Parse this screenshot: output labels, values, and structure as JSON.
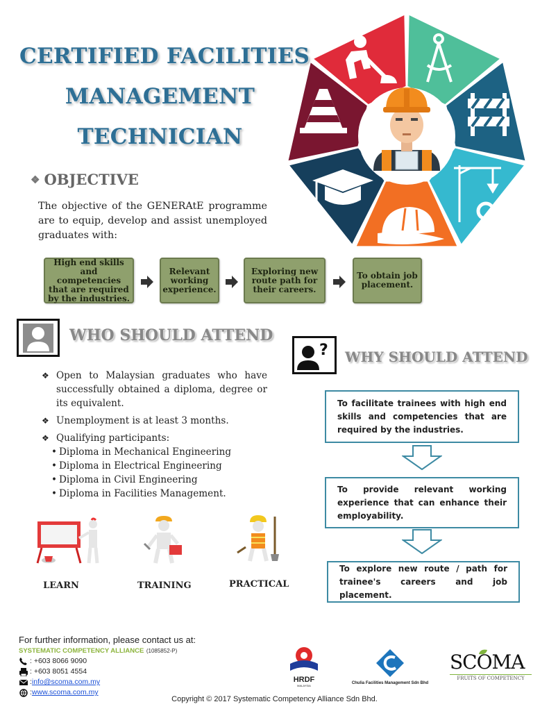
{
  "title": {
    "line1": "CERTIFIED FACILITIES",
    "line2": "MANAGEMENT",
    "line3": "TECHNICIAN"
  },
  "objective": {
    "heading": "OBJECTIVE",
    "bullet": "❖",
    "text": "The objective of the GENERAtE programme are to equip, develop and assist unemployed graduates with:"
  },
  "flow": [
    "High end skills and competencies that are required by the industries.",
    "Relevant working experience.",
    "Exploring new route path for their careers.",
    "To obtain job placement."
  ],
  "who": {
    "heading": "WHO SHOULD ATTEND",
    "items": [
      "Open to Malaysian graduates who have successfully obtained a diploma, degree or its equivalent.",
      "Unemployment is at least 3 months.",
      "Qualifying participants:"
    ],
    "sub_items": [
      "Diploma in Mechanical Engineering",
      "Diploma in Electrical Engineering",
      "Diploma in Civil Engineering",
      "Diploma in Facilities Management."
    ]
  },
  "illustrations": {
    "learn": "LEARN",
    "training": "TRAINING",
    "practical": "PRACTICAL"
  },
  "why": {
    "heading": "WHY SHOULD ATTEND",
    "box1": "To facilitate trainees with high end skills and competencies that are required by the industries.",
    "box2": "To provide relevant working experience that can enhance their employability.",
    "box3": "To explore new route / path for trainee's careers and job placement."
  },
  "contact": {
    "intro": "For further information, please contact us at:",
    "org": "SYSTEMATIC COMPETENCY ALLIANCE",
    "reg": "(1085852-P)",
    "phone": ": +603 8066 9090",
    "fax": ": +603 8051 4554",
    "email_prefix": ": ",
    "email": "info@scoma.com.my",
    "web_prefix": ": ",
    "web": "www.scoma.com.my"
  },
  "logos": {
    "hrdf": "HRDF",
    "hrdf_sub": "MALAYSIA",
    "chulia": "Chulia Facilities Management Sdn Bhd",
    "scoma": "SCOMA",
    "scoma_sub": "FRUITS OF COMPETENCY"
  },
  "copyright": "Copyright © 2017 Systematic Competency Alliance Sdn Bhd.",
  "colors": {
    "title": "#2e6f95",
    "flow_box": "#8fa06d",
    "why_border": "#3d8aa3",
    "wheel": [
      "#e02b3a",
      "#4fbf9a",
      "#1d6283",
      "#35b9cf",
      "#f26f23",
      "#163f5c",
      "#7a1630"
    ]
  },
  "icons": [
    "worker-digging-icon",
    "compass-icon",
    "barrier-icon",
    "crane-icon",
    "hardhat-icon",
    "graduation-cap-icon",
    "traffic-cone-icon",
    "person-icon",
    "person-question-icon",
    "phone-icon",
    "fax-icon",
    "email-icon",
    "globe-icon"
  ]
}
